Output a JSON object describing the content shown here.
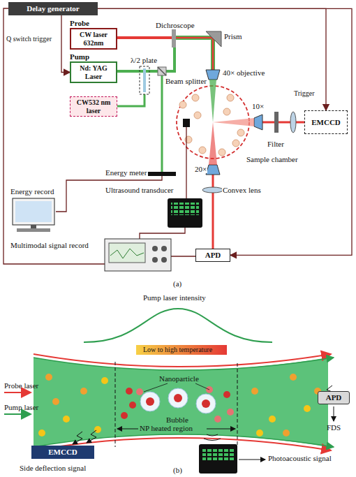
{
  "diagram": {
    "nodes": [
      {
        "text": [
          "Delay generator"
        ]
      },
      {
        "text": [
          "Probe",
          "CW laser 632nm"
        ]
      },
      {
        "text": [
          "Pump",
          "Nd: YAG Laser"
        ]
      },
      {
        "text": [
          "CW532 nm laser"
        ]
      },
      {
        "text": [
          "EMCCD"
        ]
      },
      {
        "text": [
          "APD"
        ]
      },
      {
        "text": [
          "APD"
        ]
      },
      {
        "text": [
          "EMCCD"
        ]
      }
    ],
    "edges": [
      {
        "from": 0,
        "to": 2,
        "label": "Q switch trigger",
        "arrow": "to"
      },
      {
        "from": 0,
        "to": 4,
        "label": "Trigger",
        "arrow": "to"
      },
      {
        "from": 0,
        "to": 5,
        "arrow": "to"
      }
    ],
    "labels": [
      "Dichroscope",
      "Prism",
      "40× objective",
      "λ/2 plate",
      "Beam splitter",
      "Energy record",
      "Energy meter",
      "Ultrasound transducer",
      "Multimodal signal record",
      "10×",
      "Filter",
      "Sample chamber",
      "20×",
      "Convex lens",
      "(a)",
      "Pump laser intensity",
      "Low to high temperature",
      "Nanoparticle",
      "Probe laser",
      "Pump laser",
      "Bubble",
      "NP heated region",
      "FDS",
      "Side deflection signal",
      "Photoacoustic signal",
      "(b)"
    ]
  }
}
